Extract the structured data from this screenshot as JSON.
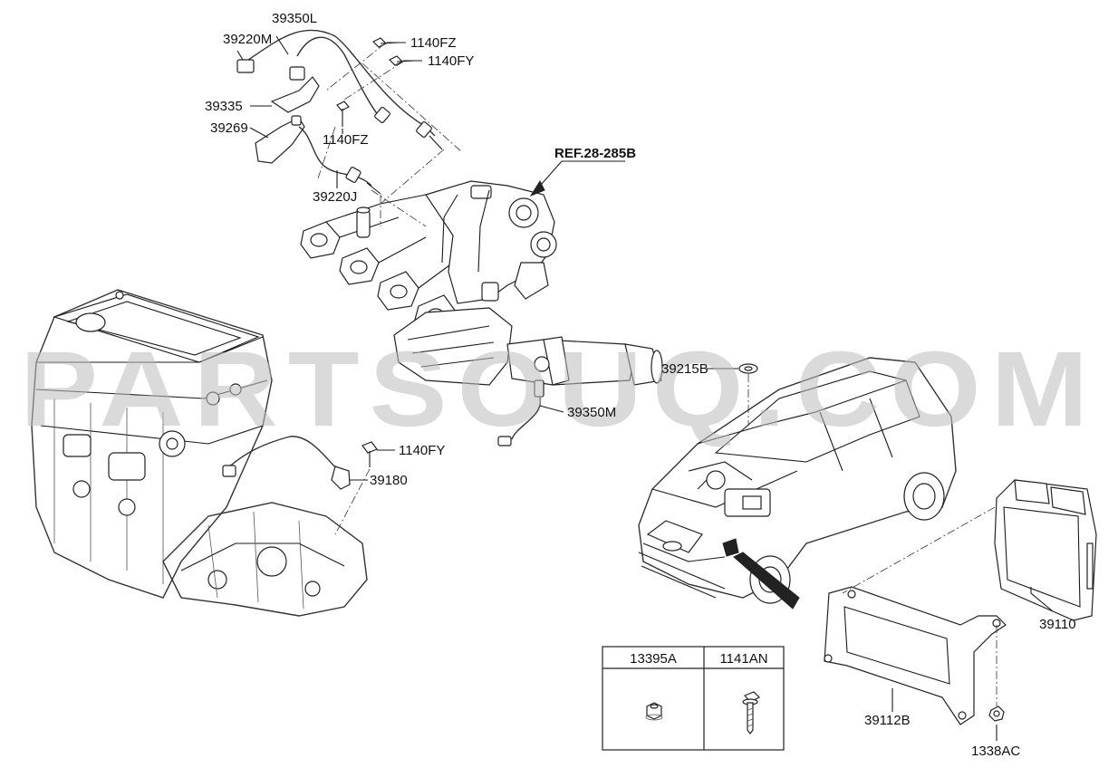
{
  "watermark": "PARTSOUQ.COM",
  "reference": "REF.28-285B",
  "parts": {
    "p39350L": "39350L",
    "p39220M": "39220M",
    "p1140FZ_top": "1140FZ",
    "p1140FY_top": "1140FY",
    "p39335": "39335",
    "p39269": "39269",
    "p1140FZ_mid": "1140FZ",
    "p39220J": "39220J",
    "p39215B": "39215B",
    "p39350M": "39350M",
    "p1140FY_low": "1140FY",
    "p39180": "39180",
    "p39110": "39110",
    "p39112B": "39112B",
    "p1338AC": "1338AC"
  },
  "legend_table": {
    "headers": [
      "13395A",
      "1141AN"
    ],
    "icons": [
      "flange-nut-icon",
      "bolt-icon"
    ]
  }
}
